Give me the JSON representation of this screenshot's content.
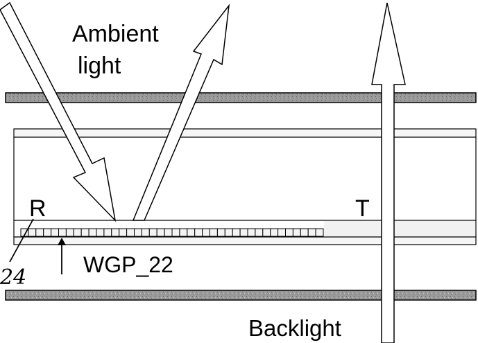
{
  "labels": {
    "ambient_line1": "Ambient",
    "ambient_line2": "light",
    "reflective": "R",
    "transmissive": "T",
    "wgp": "WGP_22",
    "ref_24": "24",
    "backlight": "Backlight"
  },
  "colors": {
    "ink": "#000000",
    "polarizer_fill": "#9a9a9a",
    "cell_fill": "#f4f4f4",
    "background": "#ffffff"
  },
  "wgp_cells": 40
}
